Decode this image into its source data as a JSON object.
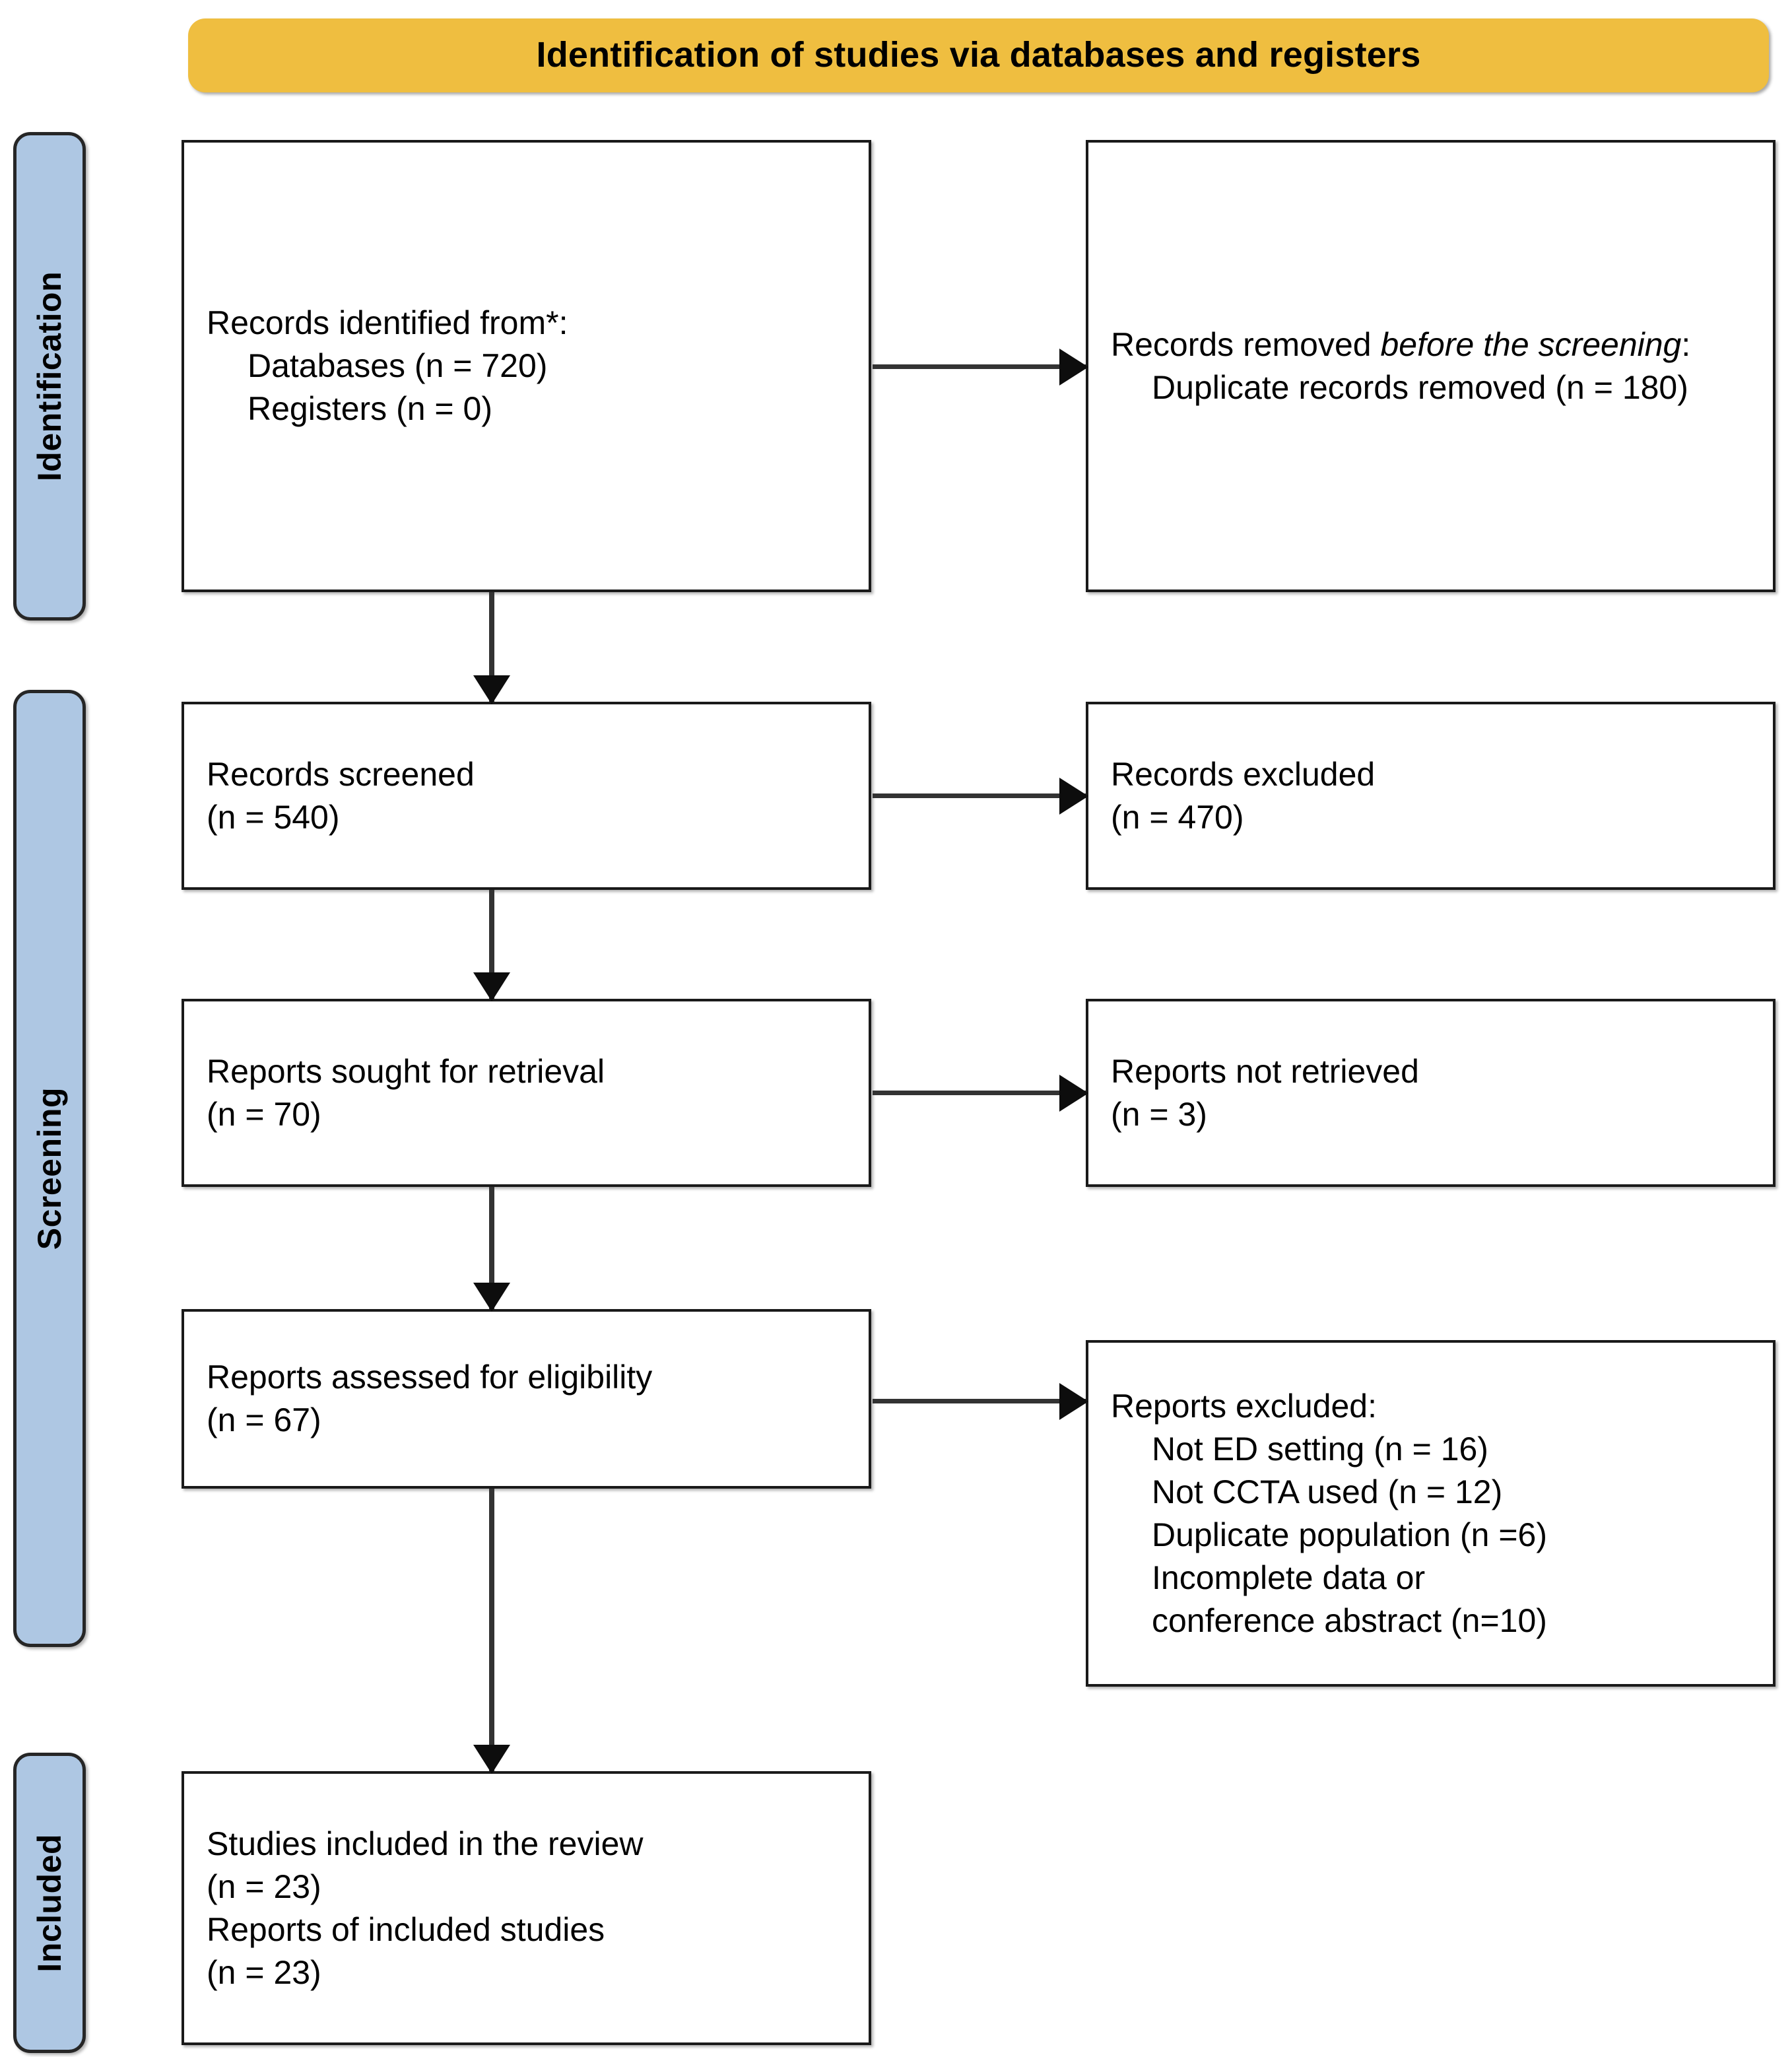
{
  "banner": {
    "title": "Identification of studies via databases and registers",
    "color": "#EFBE40"
  },
  "stages": {
    "identification": "Identification",
    "screening": "Screening",
    "included": "Included",
    "color": "#AEC7E3"
  },
  "boxes": {
    "identified": {
      "line1": "Records identified from*:",
      "line2": "Databases (n = 720)",
      "line3": "Registers (n = 0)"
    },
    "removed": {
      "line1_pre": "Records removed ",
      "line1_ital": "before the screening",
      "line1_post": ":",
      "line2": "Duplicate records removed (n = 180)"
    },
    "screened": {
      "line1": "Records screened",
      "line2": "(n = 540)"
    },
    "records_excluded": {
      "line1": "Records excluded",
      "line2": "(n = 470)"
    },
    "sought": {
      "line1": "Reports sought for retrieval",
      "line2": "(n = 70)"
    },
    "not_retrieved": {
      "line1": "Reports not retrieved",
      "line2": "(n = 3)"
    },
    "assessed": {
      "line1": "Reports assessed for eligibility",
      "line2": "(n = 67)"
    },
    "reports_excluded": {
      "line1": "Reports excluded:",
      "line2": "Not ED setting (n = 16)",
      "line3": "Not CCTA used (n = 12)",
      "line4": "Duplicate population (n =6)",
      "line5": "Incomplete data or",
      "line6": "conference abstract (n=10)"
    },
    "included": {
      "line1": "Studies included in the review",
      "line2": "(n = 23)",
      "line3": "Reports of included studies",
      "line4": "(n = 23)"
    }
  },
  "chart_data": {
    "type": "table",
    "title": "PRISMA 2020 flow diagram — Identification of studies via databases and registers",
    "stages": [
      "Identification",
      "Screening",
      "Included"
    ],
    "nodes": [
      {
        "id": "identified",
        "stage": "Identification",
        "label": "Records identified from*",
        "counts": {
          "Databases": 720,
          "Registers": 0
        }
      },
      {
        "id": "removed",
        "stage": "Identification",
        "label": "Records removed before the screening",
        "counts": {
          "Duplicate records removed": 180
        }
      },
      {
        "id": "screened",
        "stage": "Screening",
        "label": "Records screened",
        "n": 540
      },
      {
        "id": "records_excluded",
        "stage": "Screening",
        "label": "Records excluded",
        "n": 470
      },
      {
        "id": "sought",
        "stage": "Screening",
        "label": "Reports sought for retrieval",
        "n": 70
      },
      {
        "id": "not_retrieved",
        "stage": "Screening",
        "label": "Reports not retrieved",
        "n": 3
      },
      {
        "id": "assessed",
        "stage": "Screening",
        "label": "Reports assessed for eligibility",
        "n": 67
      },
      {
        "id": "reports_excluded",
        "stage": "Screening",
        "label": "Reports excluded",
        "counts": {
          "Not ED setting": 16,
          "Not CCTA used": 12,
          "Duplicate population": 6,
          "Incomplete data or conference abstract": 10
        }
      },
      {
        "id": "included",
        "stage": "Included",
        "label": "Studies included in the review",
        "counts": {
          "Studies included in the review": 23,
          "Reports of included studies": 23
        }
      }
    ],
    "edges": [
      {
        "from": "identified",
        "to": "removed",
        "direction": "right"
      },
      {
        "from": "identified",
        "to": "screened",
        "direction": "down"
      },
      {
        "from": "screened",
        "to": "records_excluded",
        "direction": "right"
      },
      {
        "from": "screened",
        "to": "sought",
        "direction": "down"
      },
      {
        "from": "sought",
        "to": "not_retrieved",
        "direction": "right"
      },
      {
        "from": "sought",
        "to": "assessed",
        "direction": "down"
      },
      {
        "from": "assessed",
        "to": "reports_excluded",
        "direction": "right"
      },
      {
        "from": "assessed",
        "to": "included",
        "direction": "down"
      }
    ]
  }
}
